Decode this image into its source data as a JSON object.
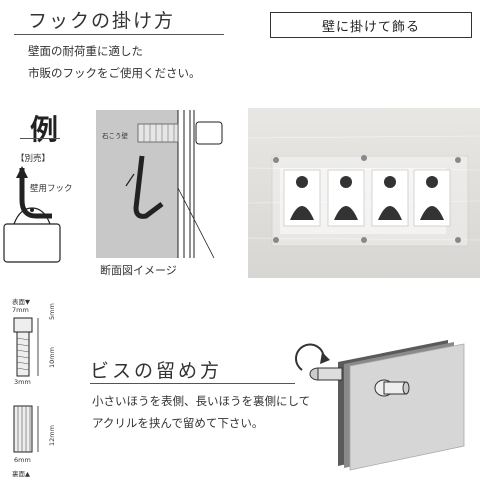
{
  "header": {
    "title": "フックの掛け方",
    "box_label": "壁に掛けて飾る"
  },
  "hook_section": {
    "desc_line1": "壁面の耐荷重に適した",
    "desc_line2": "市販のフックをご使用ください。",
    "example_label": "例",
    "sold_separately": "【別売】",
    "wall_hook": "壁用フック",
    "plaster_wall": "石こう壁",
    "cross_section": "断面図イメージ"
  },
  "screw_section": {
    "title": "ビスの留め方",
    "desc_line1": "小さいほうを表側、長いほうを裏側にして",
    "desc_line2": "アクリルを挟んで留めて下さい。",
    "front_label": "表面▼",
    "back_label": "裏面▲",
    "dim_7mm": "7mm",
    "dim_5mm": "5mm",
    "dim_10mm": "10mm",
    "dim_3mm": "3mm",
    "dim_12mm": "12mm",
    "dim_6mm": "6mm"
  },
  "colors": {
    "text": "#333333",
    "frame": "#555555"
  }
}
